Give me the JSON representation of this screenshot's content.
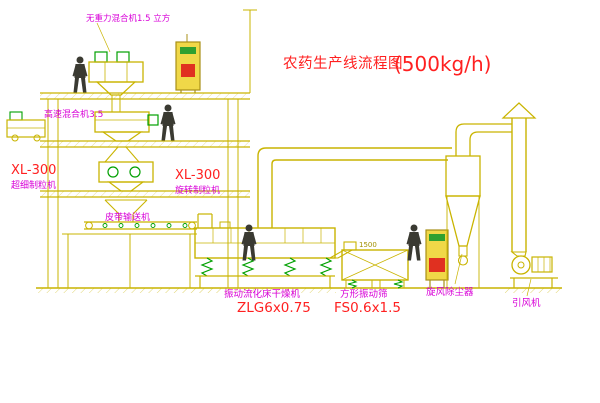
{
  "diagram": {
    "title": "农药生产线流程图",
    "capacity": "(500kg/h)"
  },
  "labels": {
    "gravity_mixer": "无重力混合机1.5 立方",
    "high_speed_mixer": "高速混合机3.5",
    "granulator_left_model": "XL-300",
    "granulator_left_name": "超细制粒机",
    "granulator_right_model": "XL-300",
    "granulator_right_name": "旋转制粒机",
    "belt_conveyor": "皮带输送机",
    "dryer_name": "振动流化床干燥机",
    "dryer_model": "ZLG6x0.75",
    "screen_name": "方形振动筛",
    "screen_model": "FS0.6x1.5",
    "screen_dimension": "1500",
    "cyclone_name": "旋风除尘器",
    "fan_name": "引风机"
  },
  "colors": {
    "line_yellow": "#c9b400",
    "accent_green": "#00a000",
    "label_magenta": "#d800d8",
    "title_red": "#ff2020",
    "panel_fill": "#f0d848",
    "panel_red": "#e03020",
    "figure_dark": "#3a3a32",
    "background": "#ffffff"
  }
}
